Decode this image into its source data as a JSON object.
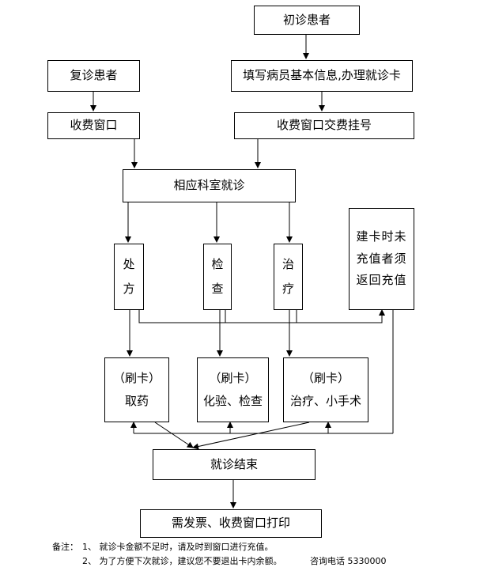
{
  "nodes": {
    "first_visit": "初诊患者",
    "register_info": "填写病员基本信息,办理就诊卡",
    "return_visit": "复诊患者",
    "cashier_return": "收费窗口",
    "cashier_register": "收费窗口交费挂号",
    "department": "相应科室就诊",
    "prescription": [
      "处",
      "方"
    ],
    "examination": [
      "检",
      "查"
    ],
    "treatment": [
      "治",
      "疗"
    ],
    "recharge": [
      "建卡时未",
      "充值者须",
      "返回充值"
    ],
    "swipe_medicine": [
      "（刷卡）",
      "取药"
    ],
    "swipe_lab": [
      "（刷卡）",
      "化验、检查"
    ],
    "swipe_surgery": [
      "（刷卡）",
      "治疗、小手术"
    ],
    "visit_end": "就诊结束",
    "invoice": "需发票、收费窗口打印"
  },
  "notes": {
    "label": "备注：",
    "line1": "1、 就诊卡金额不足时，请及时到窗口进行充值。",
    "line2": "2、 为了方便下次就诊，建议您不要退出卡内余额。",
    "phone": "咨询电话 5330000"
  }
}
